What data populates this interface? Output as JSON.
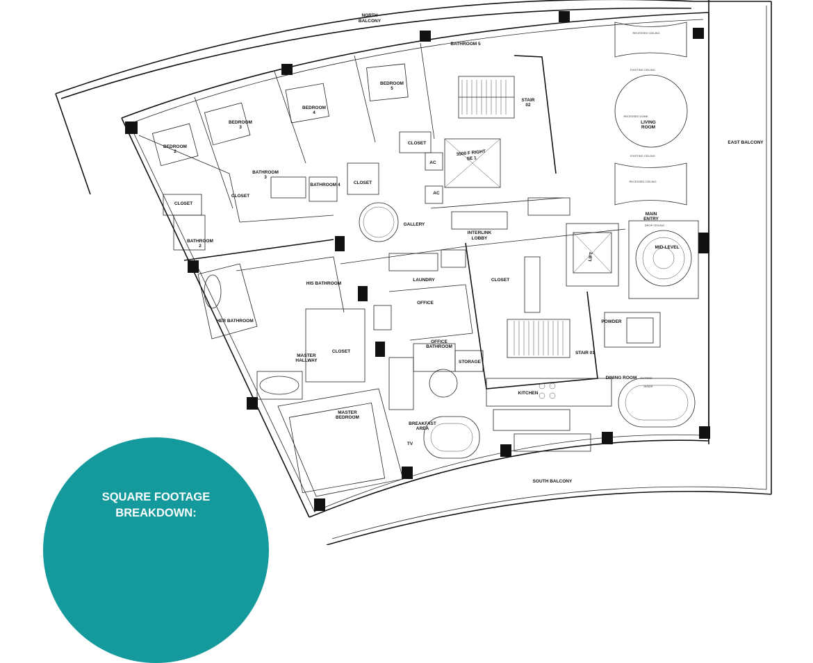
{
  "rooms": {
    "north_balcony": [
      "NORTH",
      "BALCONY"
    ],
    "east_balcony": "EAST BALCONY",
    "south_balcony": "SOUTH BALCONY",
    "bathroom_5": "BATHROOM 5",
    "bedroom_5": [
      "BEDROOM",
      "5"
    ],
    "bedroom_4": [
      "BEDROOM",
      "4"
    ],
    "bedroom_3": [
      "BEDROOM",
      "3"
    ],
    "bedroom_2": [
      "BEDROOM",
      "2"
    ],
    "stair_02": [
      "STAIR",
      "02"
    ],
    "living_room": [
      "LIVING",
      "ROOM"
    ],
    "recessed_ceiling_1": "RECESSED CEILING",
    "existing_ceiling_1": "EXISTING CEILING",
    "recessed_dome": "RECESSED DOME",
    "existing_ceiling_2": "EXISTING CEILING",
    "recessed_ceiling_2": "RECESSED CEILING",
    "closet_a": "CLOSET",
    "closet_b": "CLOSET",
    "closet_c": "CLOSET",
    "closet_d": "CLOSET",
    "closet_e": "CLOSET",
    "closet_f": "CLOSET",
    "bathroom_3": [
      "BATHROOM",
      "3"
    ],
    "bathroom_4": "BATHROOM 4",
    "bathroom_2": [
      "BATHROOM",
      "2"
    ],
    "service_lift": [
      "3500 F RIGHT",
      "SE 1"
    ],
    "ac_1": "AC",
    "ac_2": "AC",
    "gallery": "GALLERY",
    "interlink_lobby": [
      "INTERLINK",
      "LOBBY"
    ],
    "main_entry": [
      "MAIN",
      "ENTRY"
    ],
    "drop_ceiling": "DROP CEILING",
    "mid_level": "MID-LEVEL",
    "lift": "LIFT",
    "his_bathroom": "HIS BATHROOM",
    "her_bathroom": "HER BATHROOM",
    "laundry": "LAUNDRY",
    "office": "OFFICE",
    "office_bathroom": [
      "OFFICE",
      "BATHROOM"
    ],
    "storage": "STORAGE",
    "powder": "POWDER",
    "stair_01": "STAIR 01",
    "master_hallway": [
      "MASTER",
      "HALLWAY"
    ],
    "master_bedroom": [
      "MASTER",
      "BEDROOM"
    ],
    "kitchen": "KITCHEN",
    "dining_room": "DINING ROOM",
    "breakfast_area": [
      "BREAKFAST",
      "AREA"
    ],
    "tv": "TV",
    "outside": "OUTSIDE",
    "inside": "INSIDE"
  },
  "badge": {
    "line1": "SQUARE FOOTAGE",
    "line2": "BREAKDOWN:",
    "color": "#149a9c"
  }
}
